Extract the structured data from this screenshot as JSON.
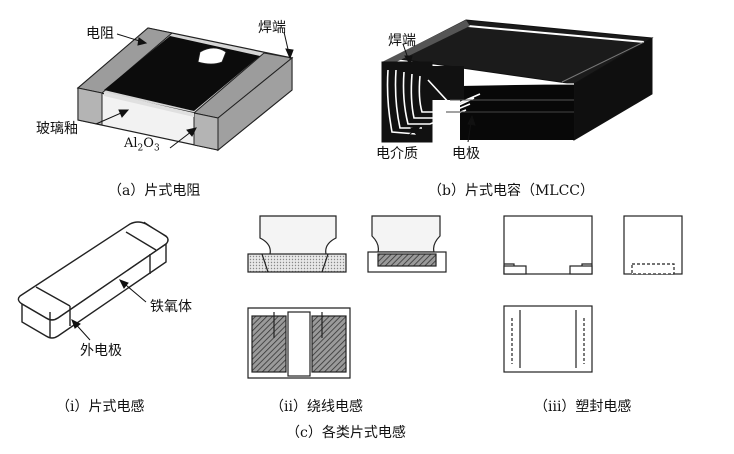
{
  "resistor": {
    "caption": "（a）片式电阻",
    "labels": {
      "resistor": "电阻",
      "terminal": "焊端",
      "glass_glaze": "玻璃釉",
      "substrate_prefix": "Al",
      "substrate_sub1": "2",
      "substrate_mid": "O",
      "substrate_sub2": "3"
    }
  },
  "capacitor": {
    "caption": "（b）片式电容（MLCC）",
    "labels": {
      "terminal": "焊端",
      "dielectric": "电介质",
      "electrode": "电极"
    }
  },
  "inductors": {
    "caption": "（c）各类片式电感",
    "sub": [
      {
        "caption": "（i）片式电感",
        "labels": {
          "ferrite": "铁氧体",
          "outer_electrode": "外电极"
        }
      },
      {
        "caption": "（ii）绕线电感"
      },
      {
        "caption": "（iii）塑封电感"
      }
    ]
  }
}
